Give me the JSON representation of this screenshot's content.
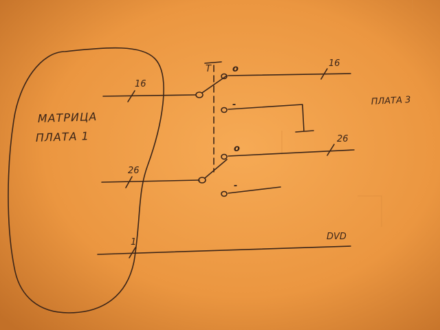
{
  "labels": {
    "matrix_line1": "МАТРИЦА",
    "matrix_line2": "ПЛАТА 1",
    "board3": "ПЛАТА 3",
    "dvd": "DVD",
    "switch_mark": "T"
  },
  "pins": {
    "left_top": "16",
    "left_mid": "26",
    "left_bottom": "1",
    "right_top": "16",
    "right_mid": "26"
  },
  "contacts": {
    "upper_on": "o",
    "upper_off": "-",
    "lower_on": "o",
    "lower_off": "-"
  },
  "colors": {
    "paper_center": "#f3a24a",
    "paper_edge": "#c9762a",
    "ink": "#3a2418"
  }
}
